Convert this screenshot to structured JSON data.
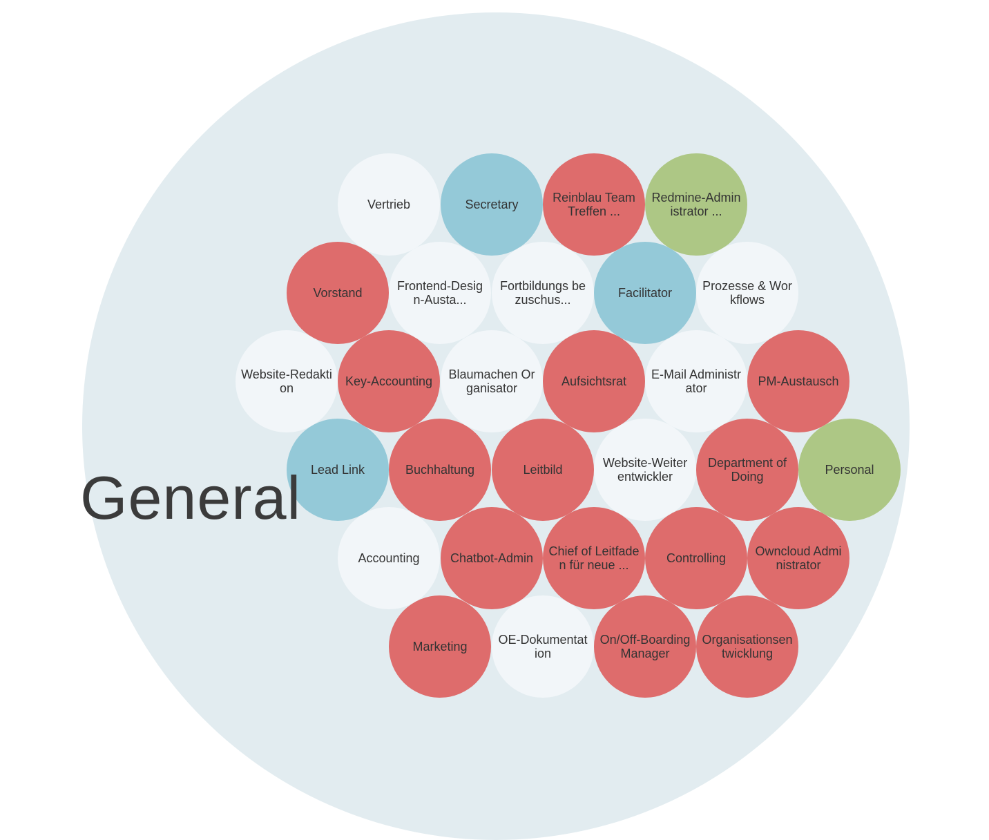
{
  "circle": {
    "title": "General",
    "colors": {
      "outer": "#e2ecf0",
      "plain": "#f2f6f9",
      "red": "#de6c6c",
      "blue": "#94c9d8",
      "green": "#adc785"
    }
  },
  "roles": [
    {
      "label": "Vertrieb",
      "color": "plain"
    },
    {
      "label": "Secretary",
      "color": "blue"
    },
    {
      "label": "Reinblau Team Treffen ...",
      "color": "red"
    },
    {
      "label": "Redmine-Administrator ...",
      "color": "green"
    },
    {
      "label": "Vorstand",
      "color": "red"
    },
    {
      "label": "Frontend-Design-Austa...",
      "color": "plain"
    },
    {
      "label": "Fortbildungs bezuschus...",
      "color": "plain"
    },
    {
      "label": "Facilitator",
      "color": "blue"
    },
    {
      "label": "Prozesse & Workflows",
      "color": "plain"
    },
    {
      "label": "Website-Redaktion",
      "color": "plain"
    },
    {
      "label": "Key-Accounting",
      "color": "red"
    },
    {
      "label": "Blaumachen Organisator",
      "color": "plain"
    },
    {
      "label": "Aufsichtsrat",
      "color": "red"
    },
    {
      "label": "E-Mail Administrator",
      "color": "plain"
    },
    {
      "label": "PM-Austausch",
      "color": "red"
    },
    {
      "label": "Lead Link",
      "color": "blue"
    },
    {
      "label": "Buchhaltung",
      "color": "red"
    },
    {
      "label": "Leitbild",
      "color": "red"
    },
    {
      "label": "Website-Weiterentwickler",
      "color": "plain"
    },
    {
      "label": "Department of Doing",
      "color": "red"
    },
    {
      "label": "Personal",
      "color": "green"
    },
    {
      "label": "Accounting",
      "color": "plain"
    },
    {
      "label": "Chatbot-Admin",
      "color": "red"
    },
    {
      "label": "Chief of Leitfaden für neue ...",
      "color": "red"
    },
    {
      "label": "Controlling",
      "color": "red"
    },
    {
      "label": "Owncloud Administrator",
      "color": "red"
    },
    {
      "label": "Marketing",
      "color": "red"
    },
    {
      "label": "OE-Dokumentation",
      "color": "plain"
    },
    {
      "label": "On/Off-Boarding Manager",
      "color": "red"
    },
    {
      "label": "Organisationsentwicklung",
      "color": "red"
    }
  ]
}
